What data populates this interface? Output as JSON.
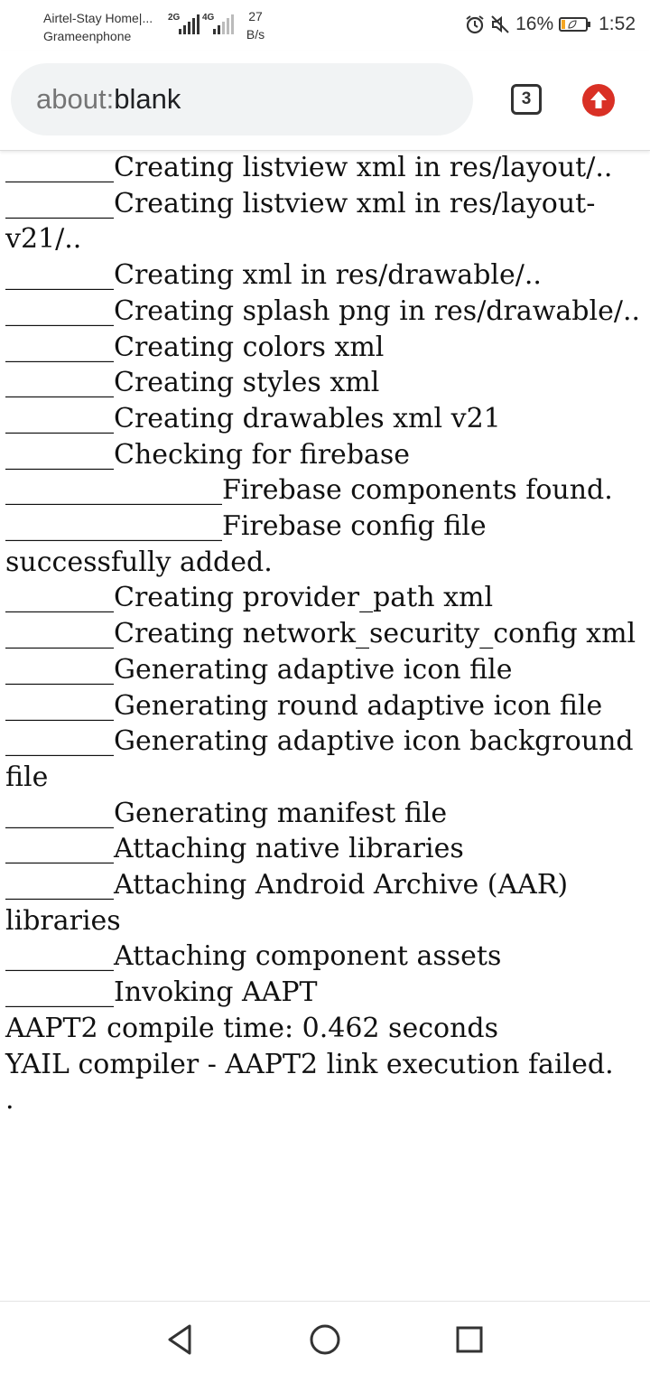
{
  "status_bar": {
    "carrier_1": "Airtel-Stay Home|...",
    "carrier_2": "Grameenphone",
    "sim1_network": "2G",
    "sim2_network": "4G",
    "net_speed_value": "27",
    "net_speed_unit": "B/s",
    "battery_percent": "16%",
    "battery_level": 0.16,
    "time": "1:52",
    "icons": [
      "alarm-icon",
      "mute-icon",
      "battery-saver-icon"
    ]
  },
  "browser": {
    "url_scheme": "about:",
    "url_rest": "blank",
    "tab_count": "3",
    "update_icon": "arrow-up-icon",
    "accent_color": "#d93025"
  },
  "log": [
    "________Creating listview xml in res/layout/..",
    "________Creating listview xml in res/layout-v21/..",
    "________Creating xml in res/drawable/..",
    "________Creating splash png in res/drawable/..",
    "________Creating colors xml",
    "________Creating styles xml",
    "________Creating drawables xml v21",
    "________Checking for firebase",
    "________________Firebase components found.",
    "________________Firebase config file successfully added.",
    "________Creating provider_path xml",
    "________Creating network_security_config xml",
    "________Generating adaptive icon file",
    "________Generating round adaptive icon file",
    "________Generating adaptive icon background file",
    "________Generating manifest file",
    "________Attaching native libraries",
    "________Attaching Android Archive (AAR) libraries",
    "________Attaching component assets",
    "________Invoking AAPT",
    "AAPT2 compile time: 0.462 seconds",
    "YAIL compiler - AAPT2 link execution failed.",
    "."
  ],
  "nav": {
    "icons": [
      "back-icon",
      "home-icon",
      "recents-icon"
    ]
  }
}
